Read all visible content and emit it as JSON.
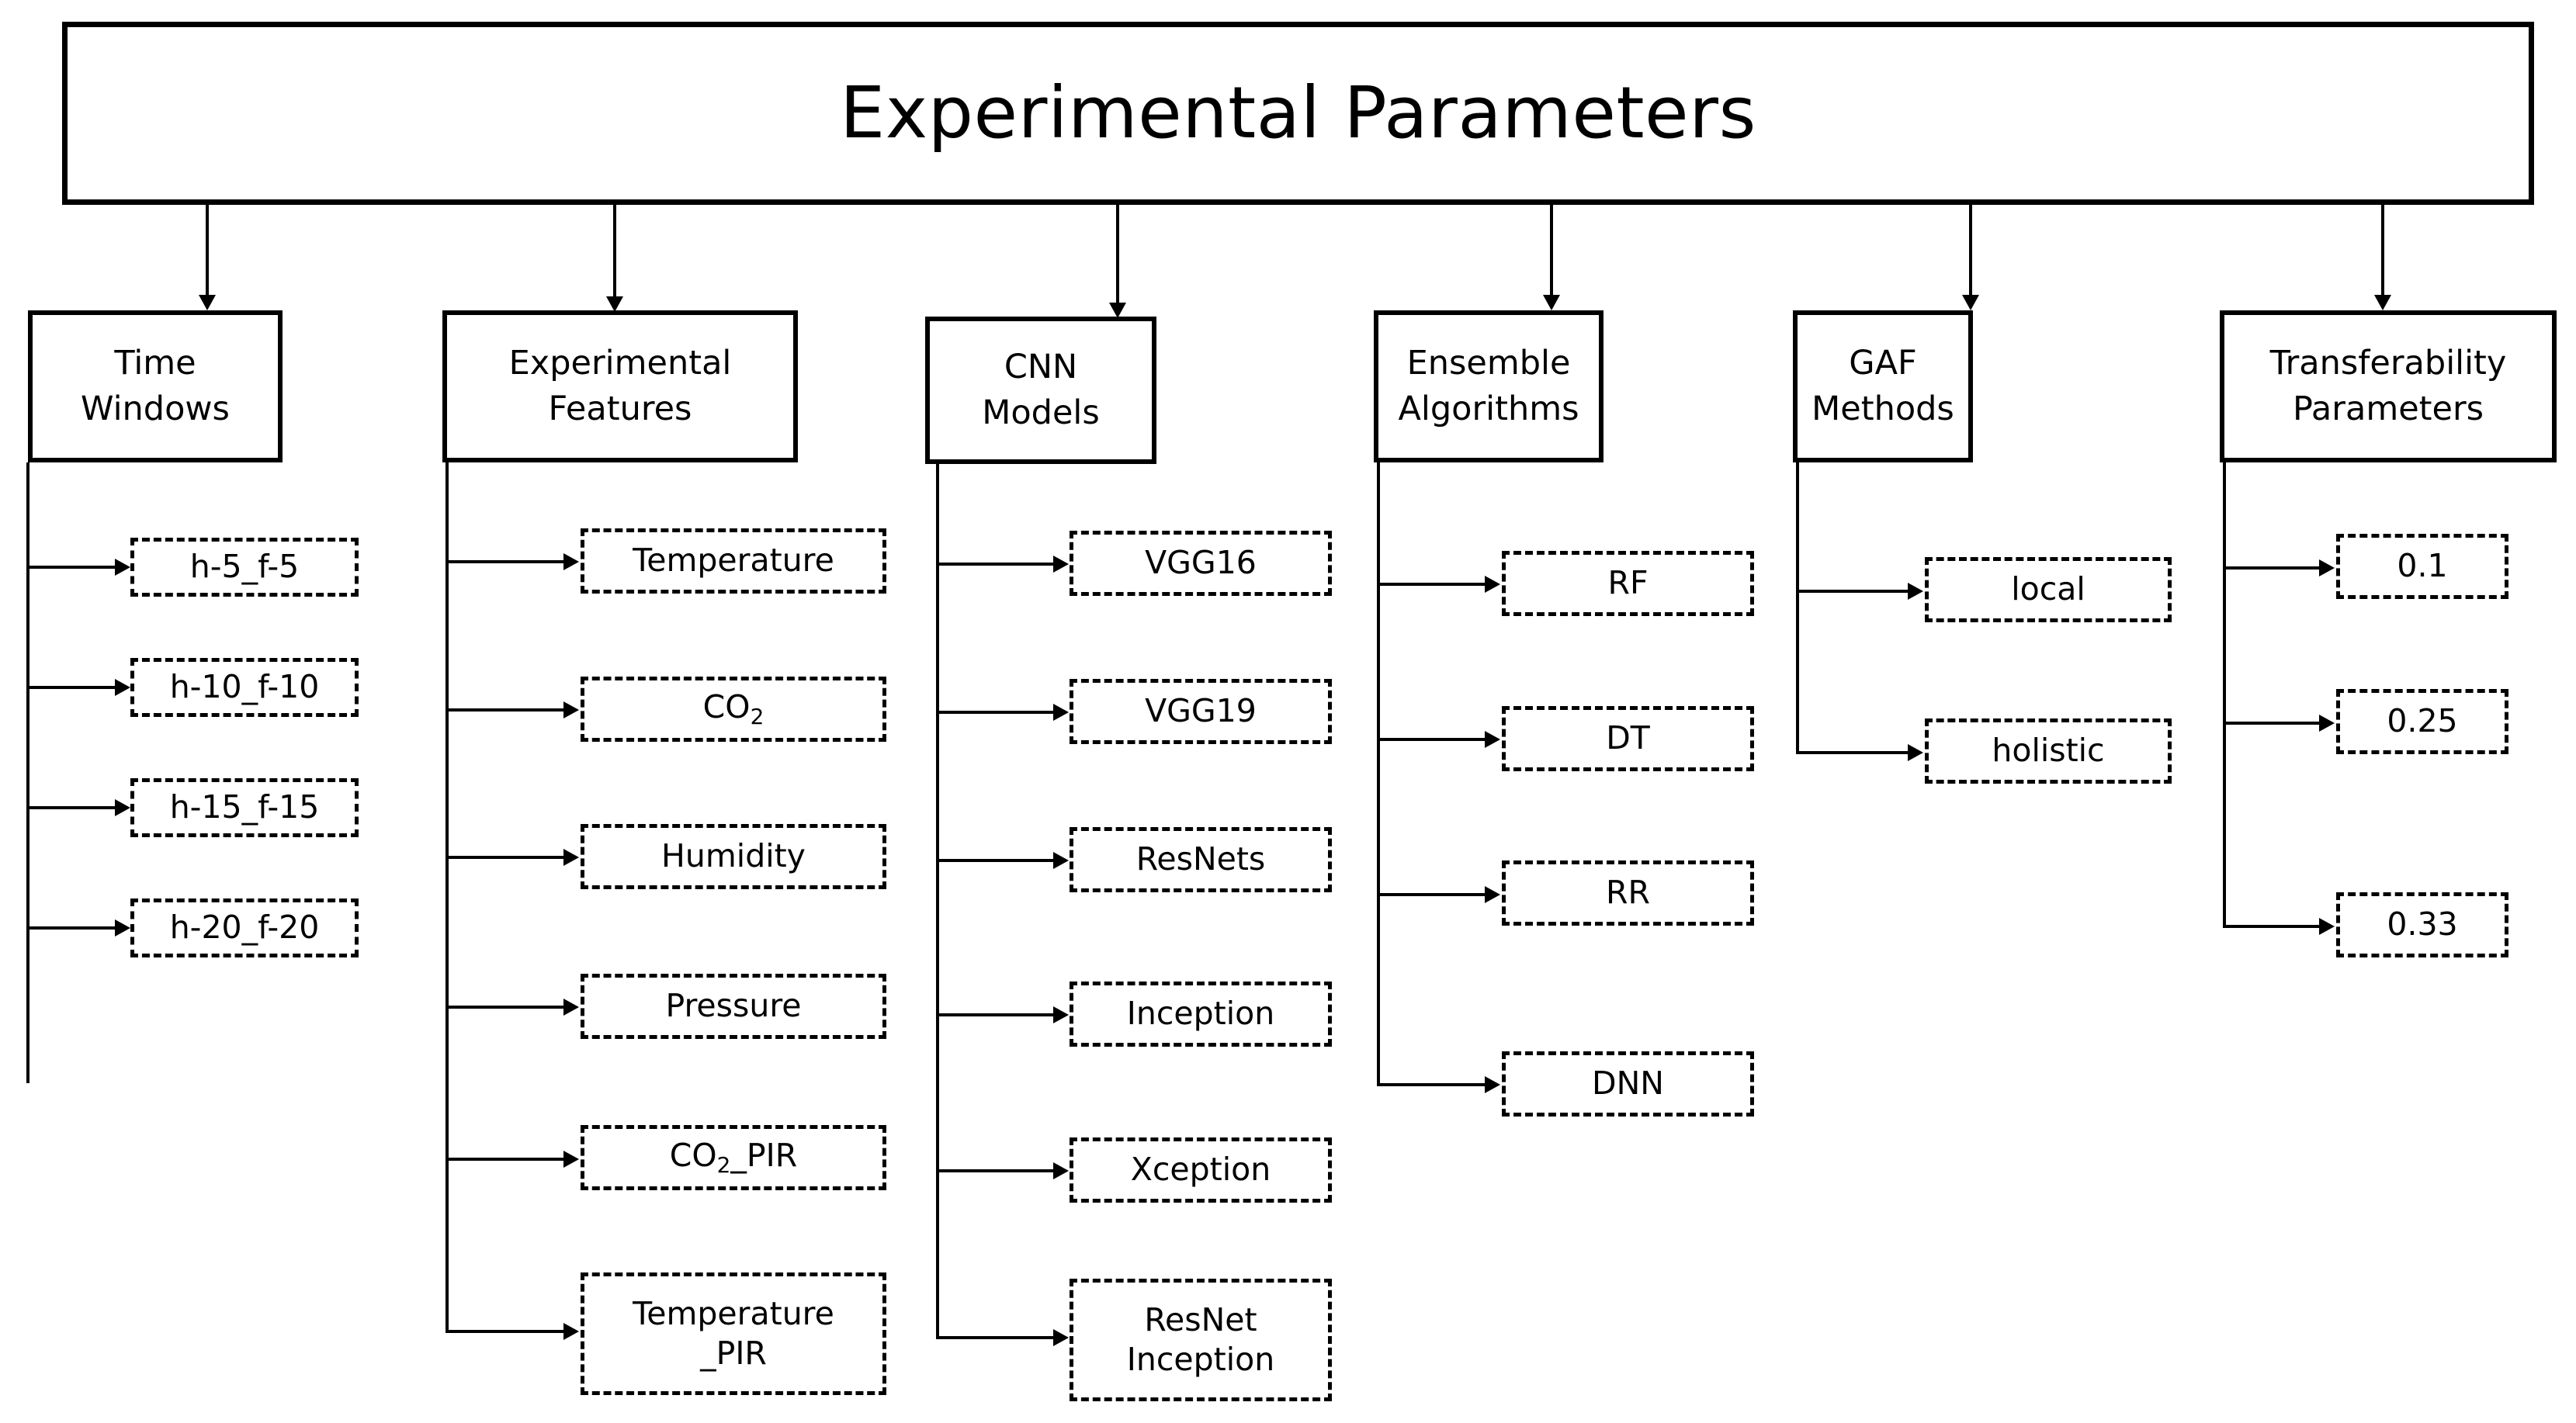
{
  "diagram": {
    "title": "Experimental Parameters",
    "columns": [
      {
        "header_line1": "Time",
        "header_line2": "Windows",
        "items": [
          "h-5_f-5",
          "h-10_f-10",
          "h-15_f-15",
          "h-20_f-20"
        ]
      },
      {
        "header_line1": "Experimental",
        "header_line2": "Features",
        "items": [
          "Temperature",
          "CO2",
          "Humidity",
          "Pressure",
          "CO2_PIR",
          "Temperature_PIR"
        ]
      },
      {
        "header_line1": "CNN",
        "header_line2": "Models",
        "items": [
          "VGG16",
          "VGG19",
          "ResNets",
          "Inception",
          "Xception",
          "ResNet Inception"
        ]
      },
      {
        "header_line1": "Ensemble",
        "header_line2": "Algorithms",
        "items": [
          "RF",
          "DT",
          "RR",
          "DNN"
        ]
      },
      {
        "header_line1": "GAF",
        "header_line2": "Methods",
        "items": [
          "local",
          "holistic"
        ]
      },
      {
        "header_line1": "Transferability",
        "header_line2": "Parameters",
        "items": [
          "0.1",
          "0.25",
          "0.33"
        ]
      }
    ]
  },
  "colors": {
    "line": "#000000",
    "background": "#ffffff",
    "text": "#000000"
  }
}
